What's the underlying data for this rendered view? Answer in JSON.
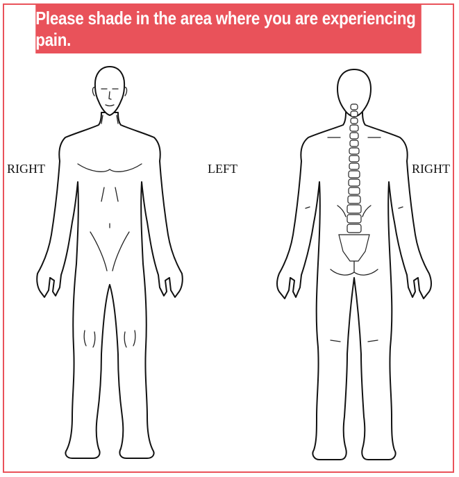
{
  "banner": {
    "text": "Please shade in the area where you are experiencing pain."
  },
  "labels": {
    "right_front": "RIGHT",
    "left": "LEFT",
    "right_back": "RIGHT"
  },
  "colors": {
    "banner": "#e9525a",
    "outline": "#111111",
    "background": "#ffffff"
  },
  "figures": [
    {
      "name": "front-body-figure",
      "view": "front"
    },
    {
      "name": "back-body-figure",
      "view": "back"
    }
  ]
}
